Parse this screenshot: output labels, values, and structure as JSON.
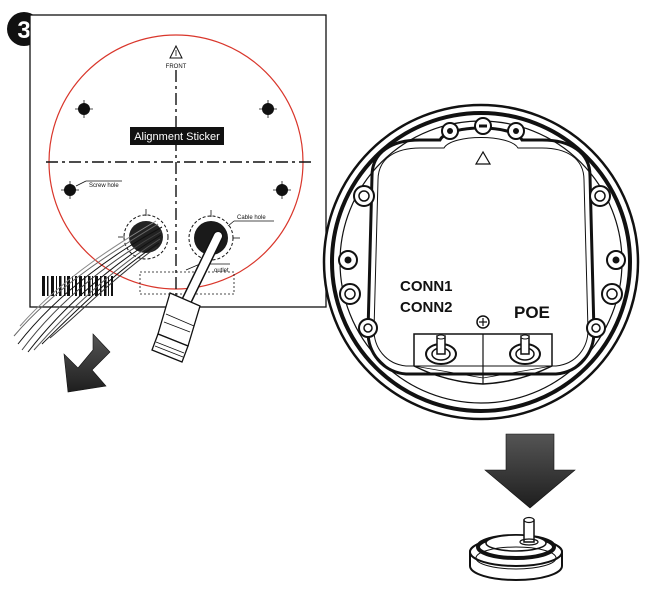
{
  "step": {
    "number": "3"
  },
  "sticker": {
    "front_label": "FRONT",
    "title": "Alignment Sticker",
    "screw_hole_label": "Screw hole",
    "cable_hole_label": "Cable hole",
    "outlet_label": "outlet"
  },
  "base": {
    "conn1_label": "CONN1",
    "conn2_label": "CONN2",
    "poe_label": "POE"
  },
  "colors": {
    "outline": "#111111",
    "guide_circle": "#d9362b",
    "arrow": "#2a2a2a"
  }
}
